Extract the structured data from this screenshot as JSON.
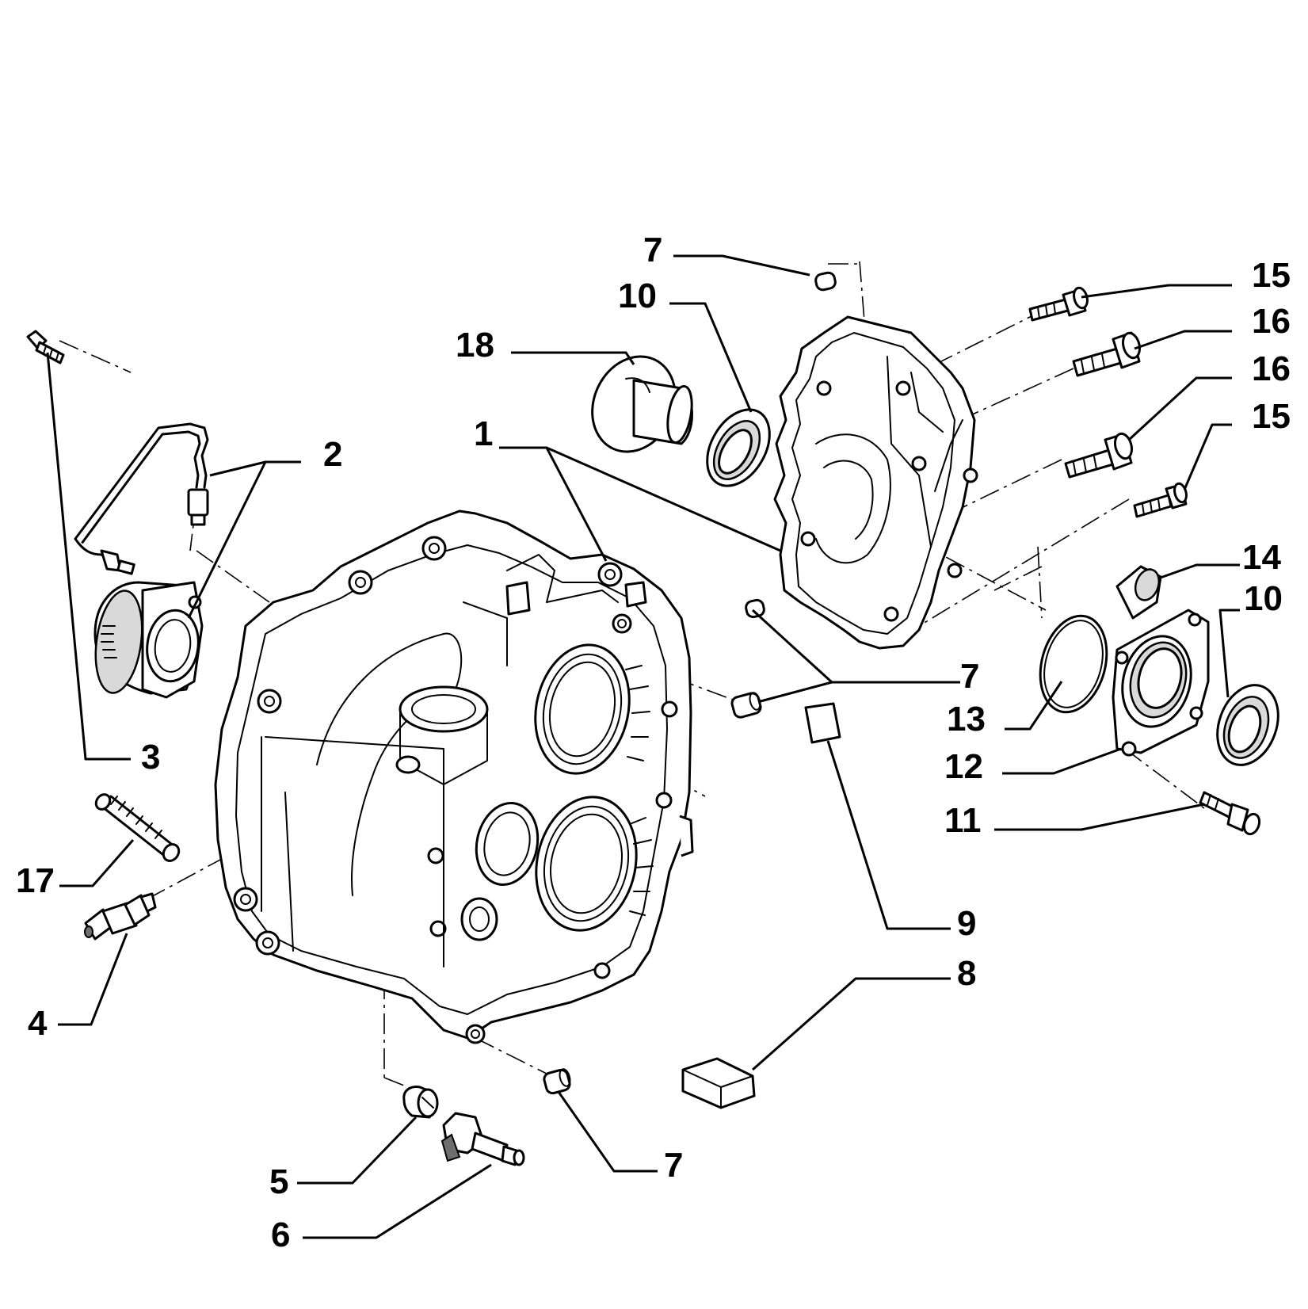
{
  "callouts": {
    "c1": "1",
    "c2": "2",
    "c3": "3",
    "c4": "4",
    "c5": "5",
    "c6": "6",
    "c7a": "7",
    "c7b": "7",
    "c7c": "7",
    "c8": "8",
    "c9": "9",
    "c10a": "10",
    "c10b": "10",
    "c11": "11",
    "c12": "12",
    "c13": "13",
    "c14": "14",
    "c15a": "15",
    "c15b": "15",
    "c16a": "16",
    "c16b": "16",
    "c17": "17",
    "c18": "18"
  }
}
